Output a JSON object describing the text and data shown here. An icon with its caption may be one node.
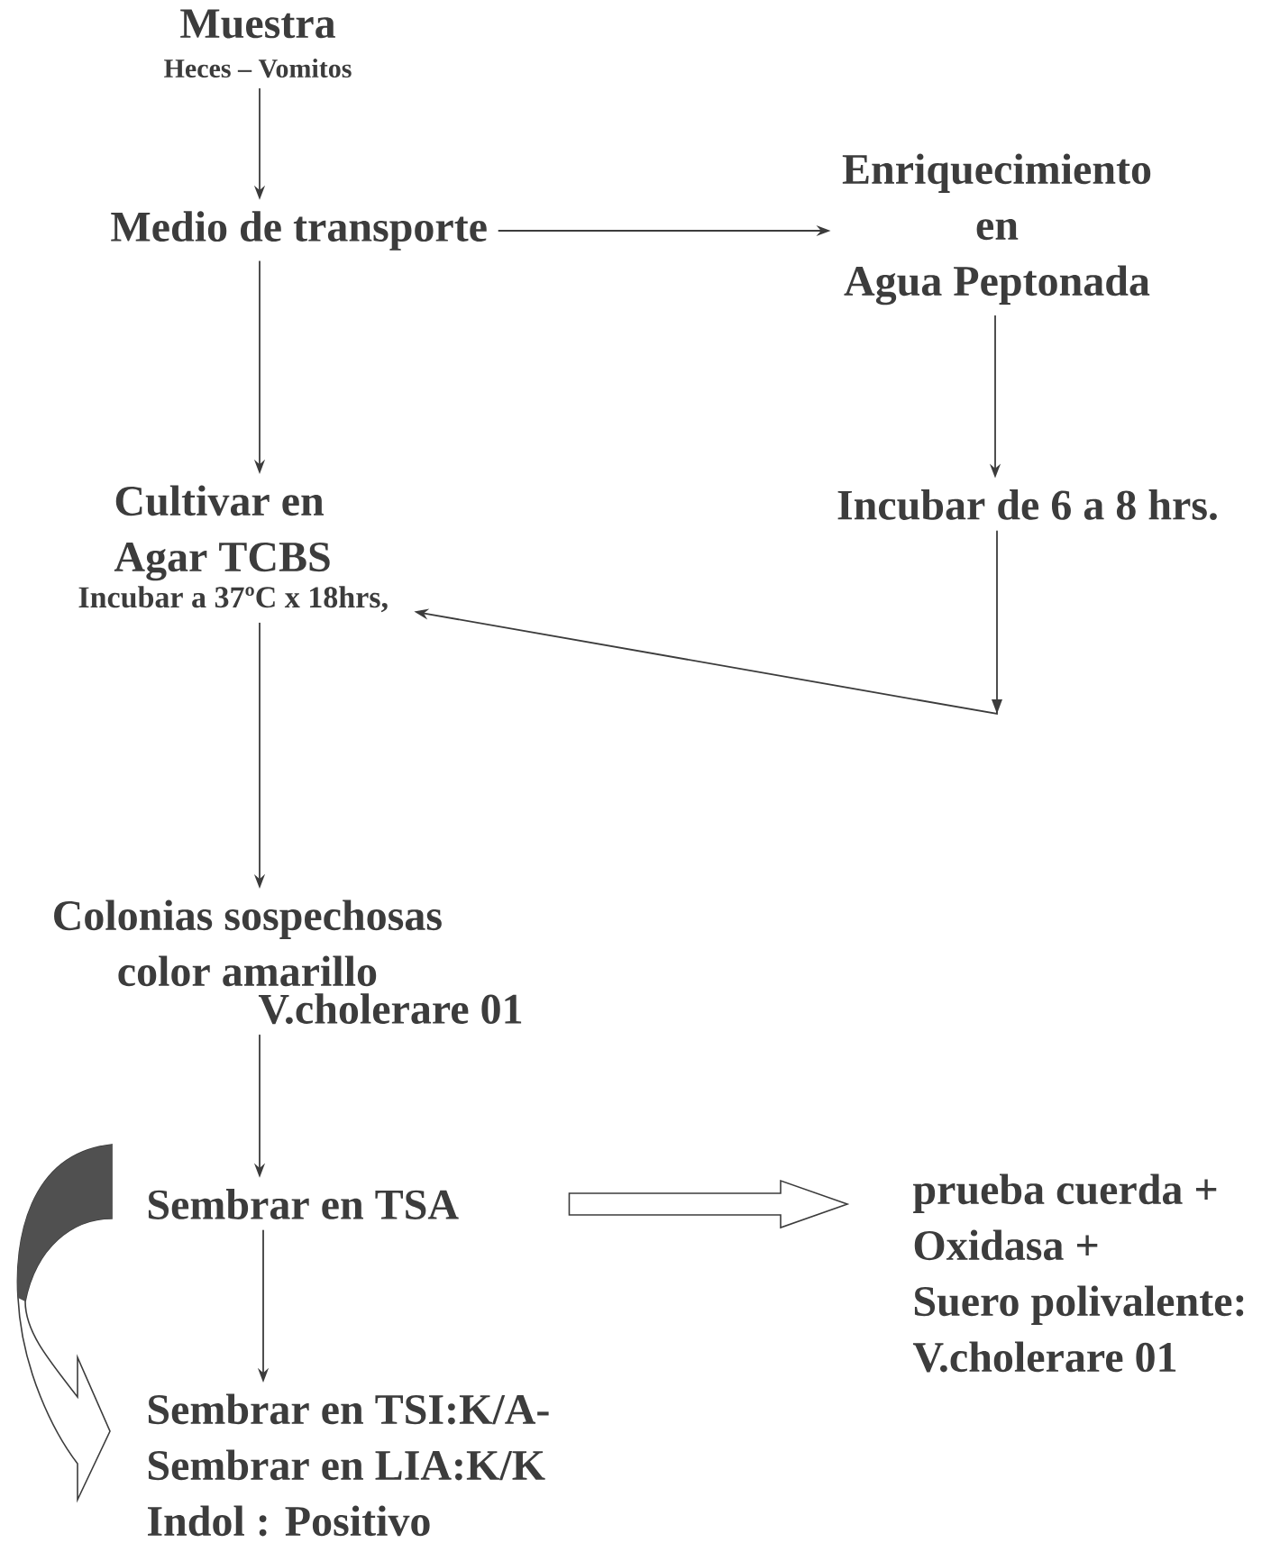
{
  "diagram": {
    "nodes": [
      {
        "text": [
          "Muestra",
          "Heces – Vomitos"
        ]
      },
      {
        "text": [
          "Medio de transporte"
        ]
      },
      {
        "text": [
          "Enriquecimiento",
          "en",
          "Agua Peptonada"
        ]
      },
      {
        "text": [
          "Incubar de 6 a 8 hrs."
        ]
      },
      {
        "text": [
          "Cultivar en Agar TCBS",
          "Incubar a 37ºC x 18hrs,"
        ]
      },
      {
        "text": [
          "Colonias sospechosas color amarillo",
          "V.cholerare 01"
        ]
      },
      {
        "text": [
          "Sembrar en TSA"
        ]
      },
      {
        "text": [
          "prueba cuerda +",
          "Oxidasa +",
          "Suero polivalente:",
          "V.cholerare 01"
        ]
      },
      {
        "text": [
          "Sembrar en TSI:K/A-",
          "Sembrar en LIA:K/K",
          "Indol :  Positivo"
        ]
      }
    ],
    "edges": [
      {
        "from": 0,
        "to": 1,
        "arrow": "to"
      },
      {
        "from": 1,
        "to": 2,
        "arrow": "to"
      },
      {
        "from": 1,
        "to": 4,
        "arrow": "to"
      },
      {
        "from": 2,
        "to": 3,
        "arrow": "to"
      },
      {
        "from": 3,
        "to": 4,
        "arrow": "to"
      },
      {
        "from": 4,
        "to": 5,
        "arrow": "to"
      },
      {
        "from": 5,
        "to": 6,
        "arrow": "to"
      },
      {
        "from": 6,
        "to": 7,
        "arrow": "to",
        "style": "thick"
      },
      {
        "from": 6,
        "to": 8,
        "arrow": "to"
      },
      {
        "from": 6,
        "to": 8,
        "arrow": "to",
        "style": "thick"
      }
    ]
  }
}
